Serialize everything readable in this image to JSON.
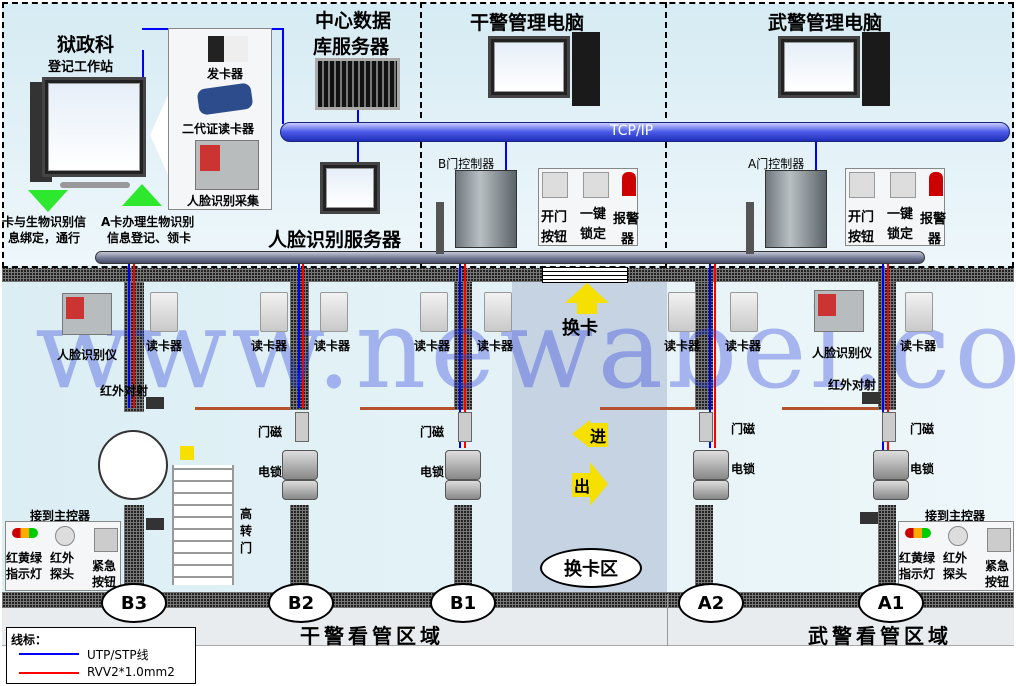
{
  "top": {
    "prison_dept": "狱政科",
    "workstation": "登记工作站",
    "card_issuer": "发卡器",
    "id_reader": "二代证读卡器",
    "face_capture": "人脸识别采集",
    "note_left": [
      "卡与生物识别信",
      "息绑定，通行"
    ],
    "note_right": [
      "A卡办理生物识别",
      "信息登记、领卡"
    ],
    "db_server": [
      "中心数据",
      "库服务器"
    ],
    "face_server": "人脸识别服务器",
    "officer_pc": "干警管理电脑",
    "police_pc": "武警管理电脑",
    "network": "TCP/IP",
    "b_controller": "B门控制器",
    "a_controller": "A门控制器",
    "open_button": [
      "开门",
      "按钮"
    ],
    "one_key_lock": [
      "一键",
      "锁定"
    ],
    "alarm": [
      "报警",
      "器"
    ]
  },
  "floor": {
    "card_reader": "读卡器",
    "face_device": "人脸识别仪",
    "infrared_beam": "红外对射",
    "door_magnet": "门磁",
    "electric_lock": "电锁",
    "turnstile": [
      "高",
      "转",
      "门"
    ],
    "to_main_controller": "接到主控器",
    "indicator": [
      "红黄绿",
      "指示灯"
    ],
    "ir_probe": [
      "红外",
      "探头"
    ],
    "emergency": [
      "紧急",
      "按钮"
    ],
    "swap_card": "换卡",
    "enter": "进",
    "exit": "出",
    "swap_zone": "换卡区",
    "doors": [
      "B3",
      "B2",
      "B1",
      "A2",
      "A1"
    ]
  },
  "zones": {
    "officer": "干警看管区域",
    "police": "武警看管区域"
  },
  "legend": {
    "title": "线标：",
    "items": [
      {
        "label": "UTP/STP线",
        "color": "#0000ff"
      },
      {
        "label": "RVV2*1.0mm2",
        "color": "#ff0000"
      }
    ]
  },
  "watermark": "www.newabel.com"
}
